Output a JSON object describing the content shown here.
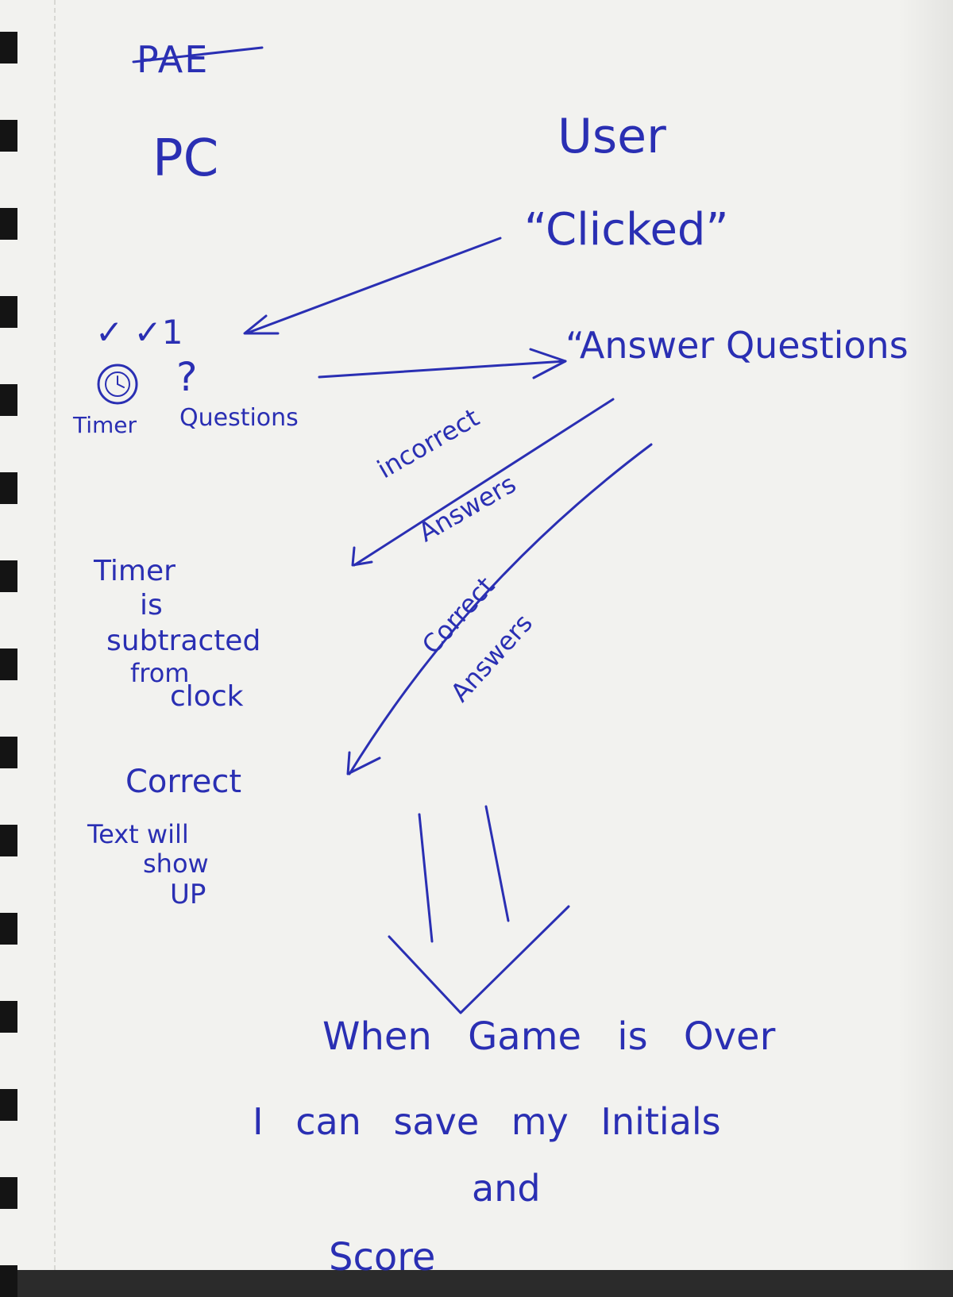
{
  "ink_color": "#2a2fb3",
  "paper_color": "#f2f2ef",
  "header": {
    "crossed_out": "PAE",
    "pc_label": "PC",
    "user_label": "User"
  },
  "user_actions": {
    "clicked": "“Clicked”",
    "answer_questions": "“Answer Questions"
  },
  "pc_items": {
    "timer_label": "Timer",
    "questions_label": "Questions",
    "check_marks": "✓  ✓1",
    "question_mark": "?",
    "clock_icon": "clock-icon"
  },
  "arrow_labels": {
    "incorrect_line1": "incorrect",
    "incorrect_line2": "Answers",
    "correct_line1": "Correct",
    "correct_line2": "Answers"
  },
  "outcomes": {
    "timer_line1": "Timer",
    "timer_line2": "is",
    "timer_line3": "subtracted",
    "timer_line4": "from",
    "timer_line5": "clock",
    "correct_line1": "Correct",
    "correct_line2": "Text will",
    "correct_line3": "show",
    "correct_line4": "UP"
  },
  "footer": {
    "line1": "When Game is Over",
    "line2": "I can save my Initials",
    "line3": "and",
    "line4": "Score"
  }
}
